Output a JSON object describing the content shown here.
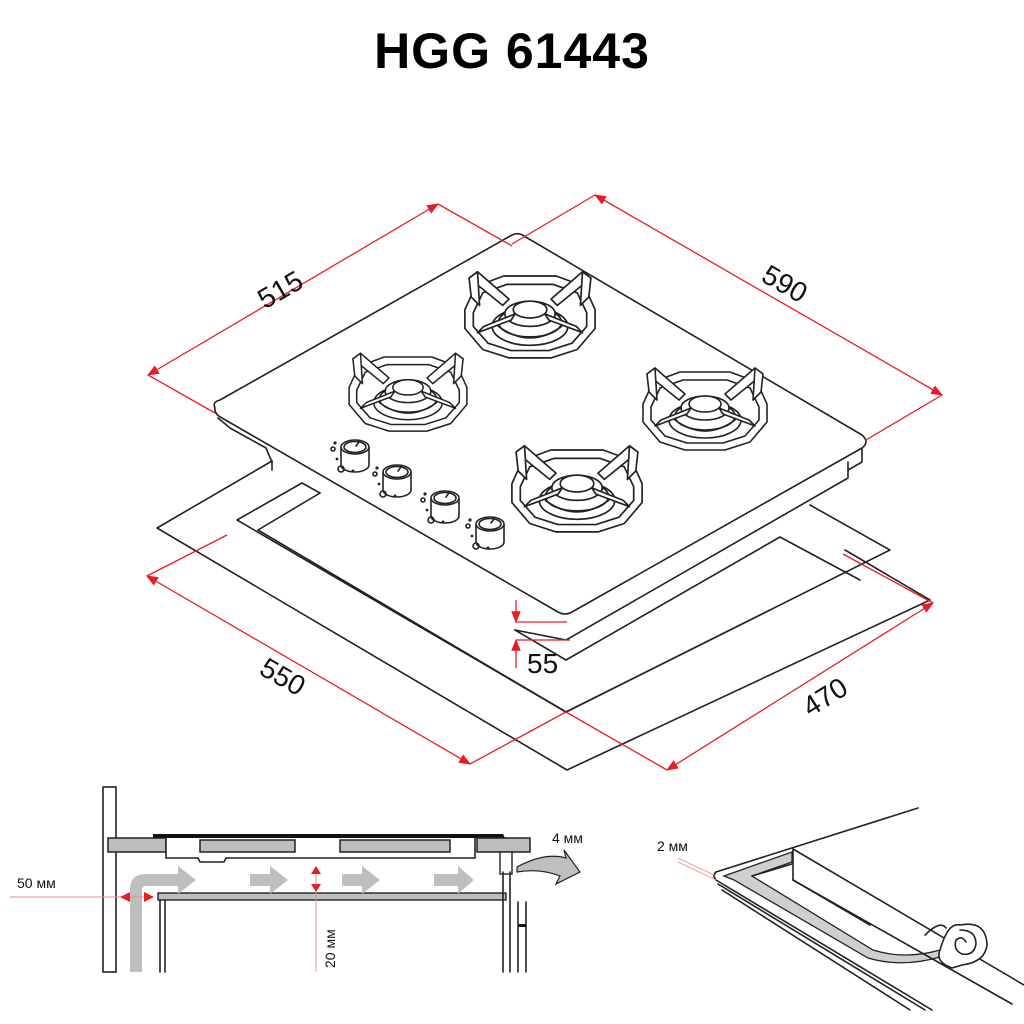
{
  "title": "HGG 61443",
  "main_drawing": {
    "dimensions": {
      "hob_depth": "515",
      "hob_width": "590",
      "cutout_width": "550",
      "cutout_depth": "470",
      "built_in_height": "55"
    },
    "burners": [
      {
        "id": "rear-left",
        "size": "small"
      },
      {
        "id": "rear-center",
        "size": "large"
      },
      {
        "id": "front-center",
        "size": "large"
      },
      {
        "id": "right",
        "size": "medium"
      }
    ],
    "knobs_count": 4
  },
  "installation_section": {
    "labels": {
      "side_clearance": "50 мм",
      "air_gap": "20 мм",
      "front_gap": "4 мм"
    }
  },
  "seal_detail": {
    "labels": {
      "seal_thickness": "2 мм"
    }
  },
  "colors": {
    "dimension_lines": "#e41e26",
    "outline": "#222222",
    "flow_arrows": "#bfbfbf",
    "background": "#ffffff"
  }
}
